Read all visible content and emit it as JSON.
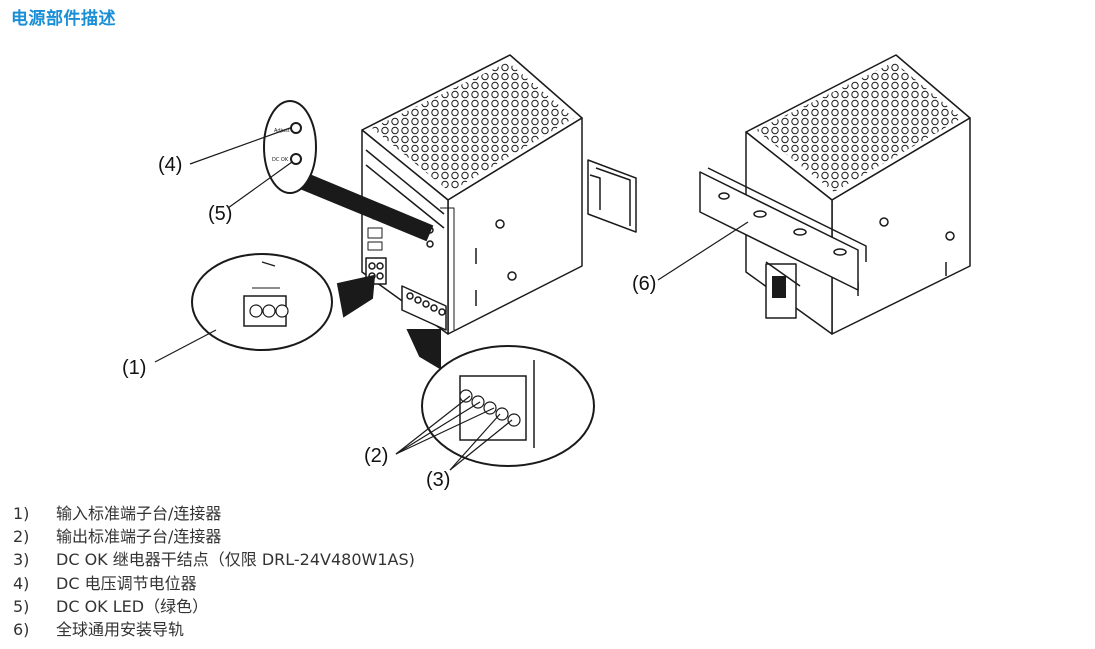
{
  "title": "电源部件描述",
  "callouts": [
    "(1)",
    "(2)",
    "(3)",
    "(4)",
    "(5)",
    "(6)"
  ],
  "device_labels": {
    "adjust": "Adjust",
    "dc_ok": "DC OK"
  },
  "legend": [
    {
      "num": "1)",
      "text": "输入标准端子台/连接器"
    },
    {
      "num": "2)",
      "text": "输出标准端子台/连接器"
    },
    {
      "num": "3)",
      "text": "DC OK 继电器干结点（仅限 DRL-24V480W1AS)"
    },
    {
      "num": "4)",
      "text": "DC 电压调节电位器"
    },
    {
      "num": "5)",
      "text": "DC OK LED（绿色）"
    },
    {
      "num": "6)",
      "text": "全球通用安装导轨"
    }
  ],
  "colors": {
    "title": "#1a8fd6",
    "line": "#1a1a1a"
  }
}
